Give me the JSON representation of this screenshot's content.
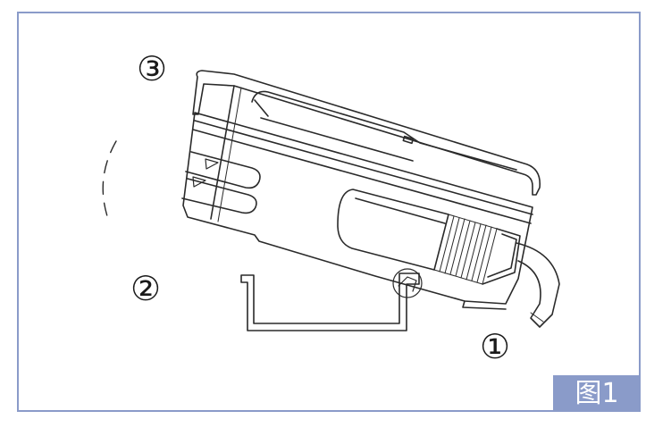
{
  "callouts": [
    {
      "id": "step-1",
      "text": "①"
    },
    {
      "id": "step-2",
      "text": "②"
    },
    {
      "id": "step-3",
      "text": "③"
    }
  ],
  "figure_label": {
    "text": "图1",
    "background": "#8a9bc9"
  },
  "colors": {
    "frame": "#8a9bc9",
    "line": "#2a2a2a"
  }
}
